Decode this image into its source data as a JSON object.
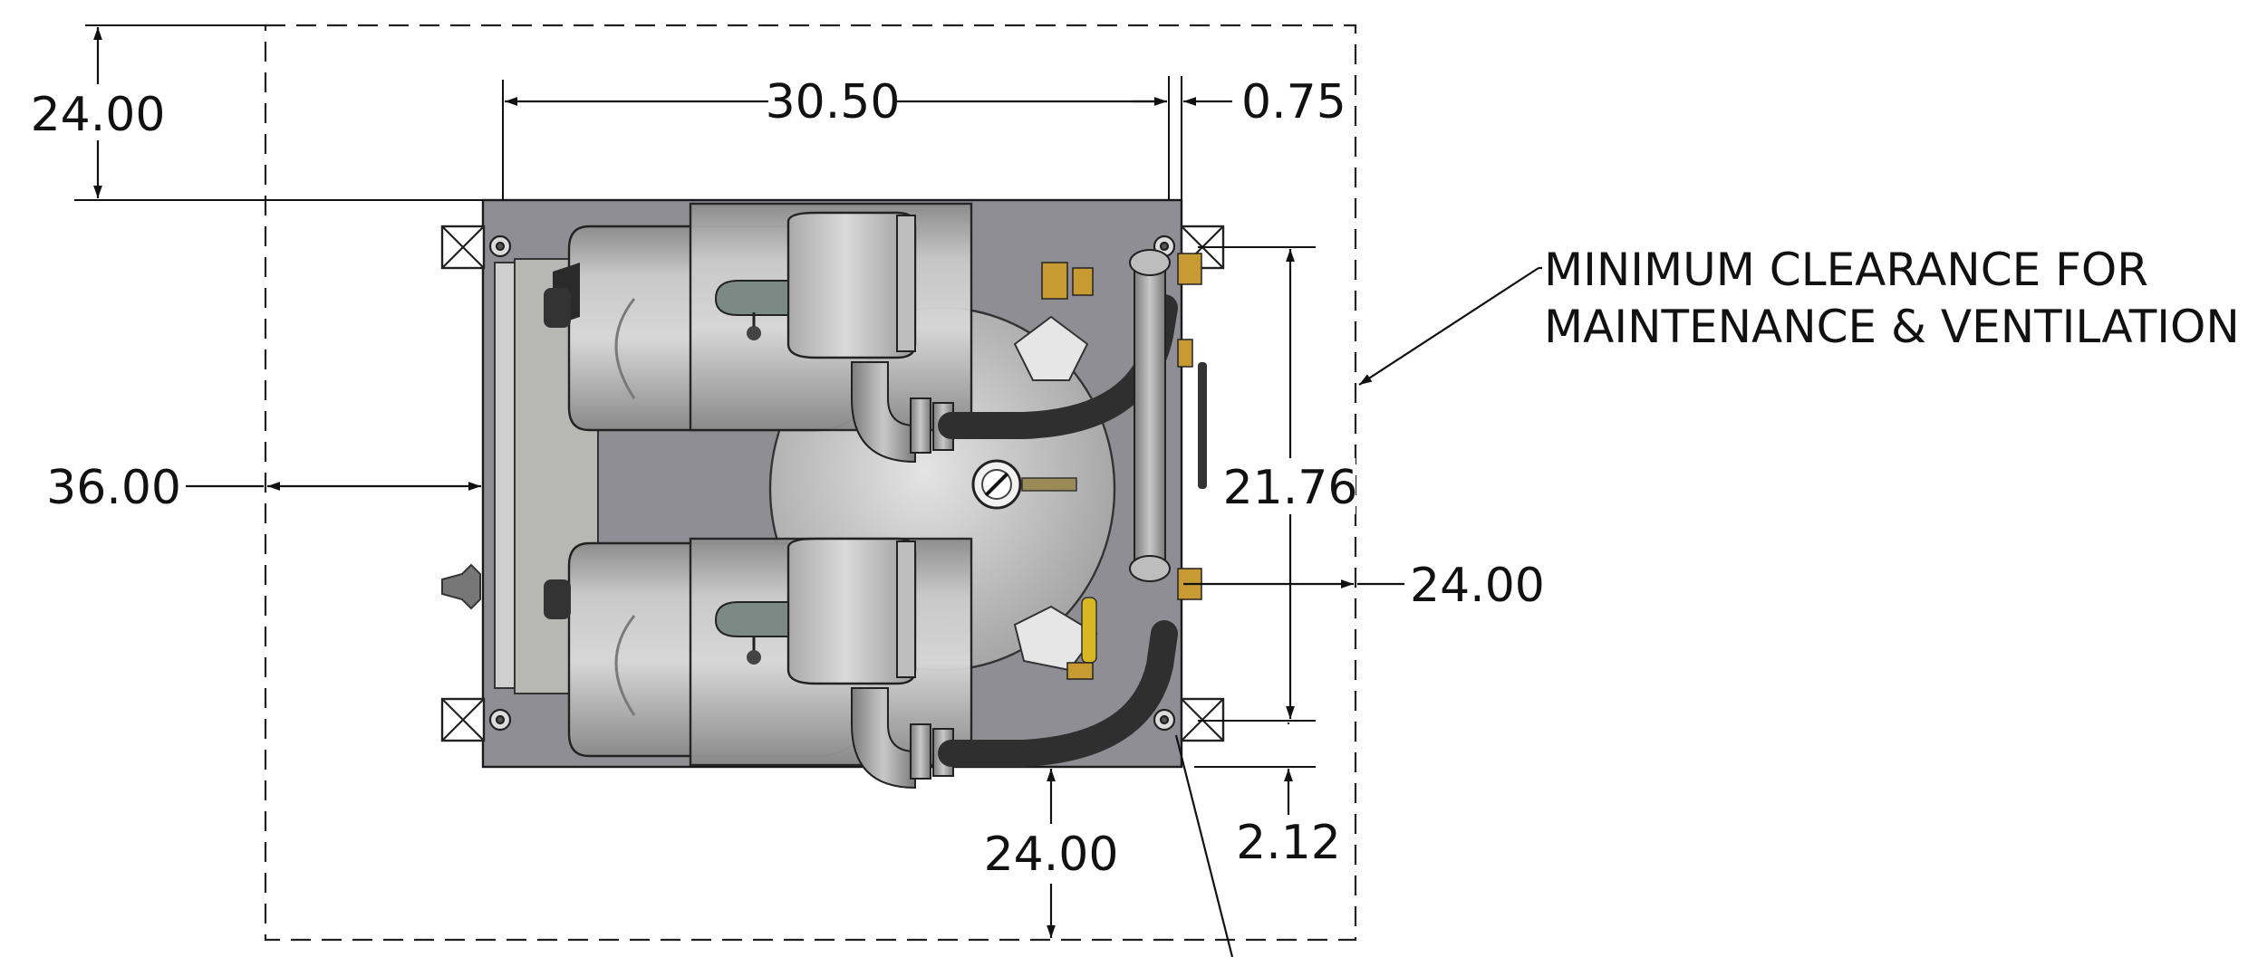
{
  "diagram": {
    "note": {
      "line1": "MINIMUM CLEARANCE FOR",
      "line2": "MAINTENANCE & VENTILATION"
    },
    "dimensions": {
      "clearance_top": "24.00",
      "skid_width": "30.50",
      "edge_offset": "0.75",
      "clearance_left": "36.00",
      "skid_depth": "21.76",
      "clearance_right": "24.00",
      "clearance_bottom": "24.00",
      "mount_offset": "2.12"
    }
  }
}
